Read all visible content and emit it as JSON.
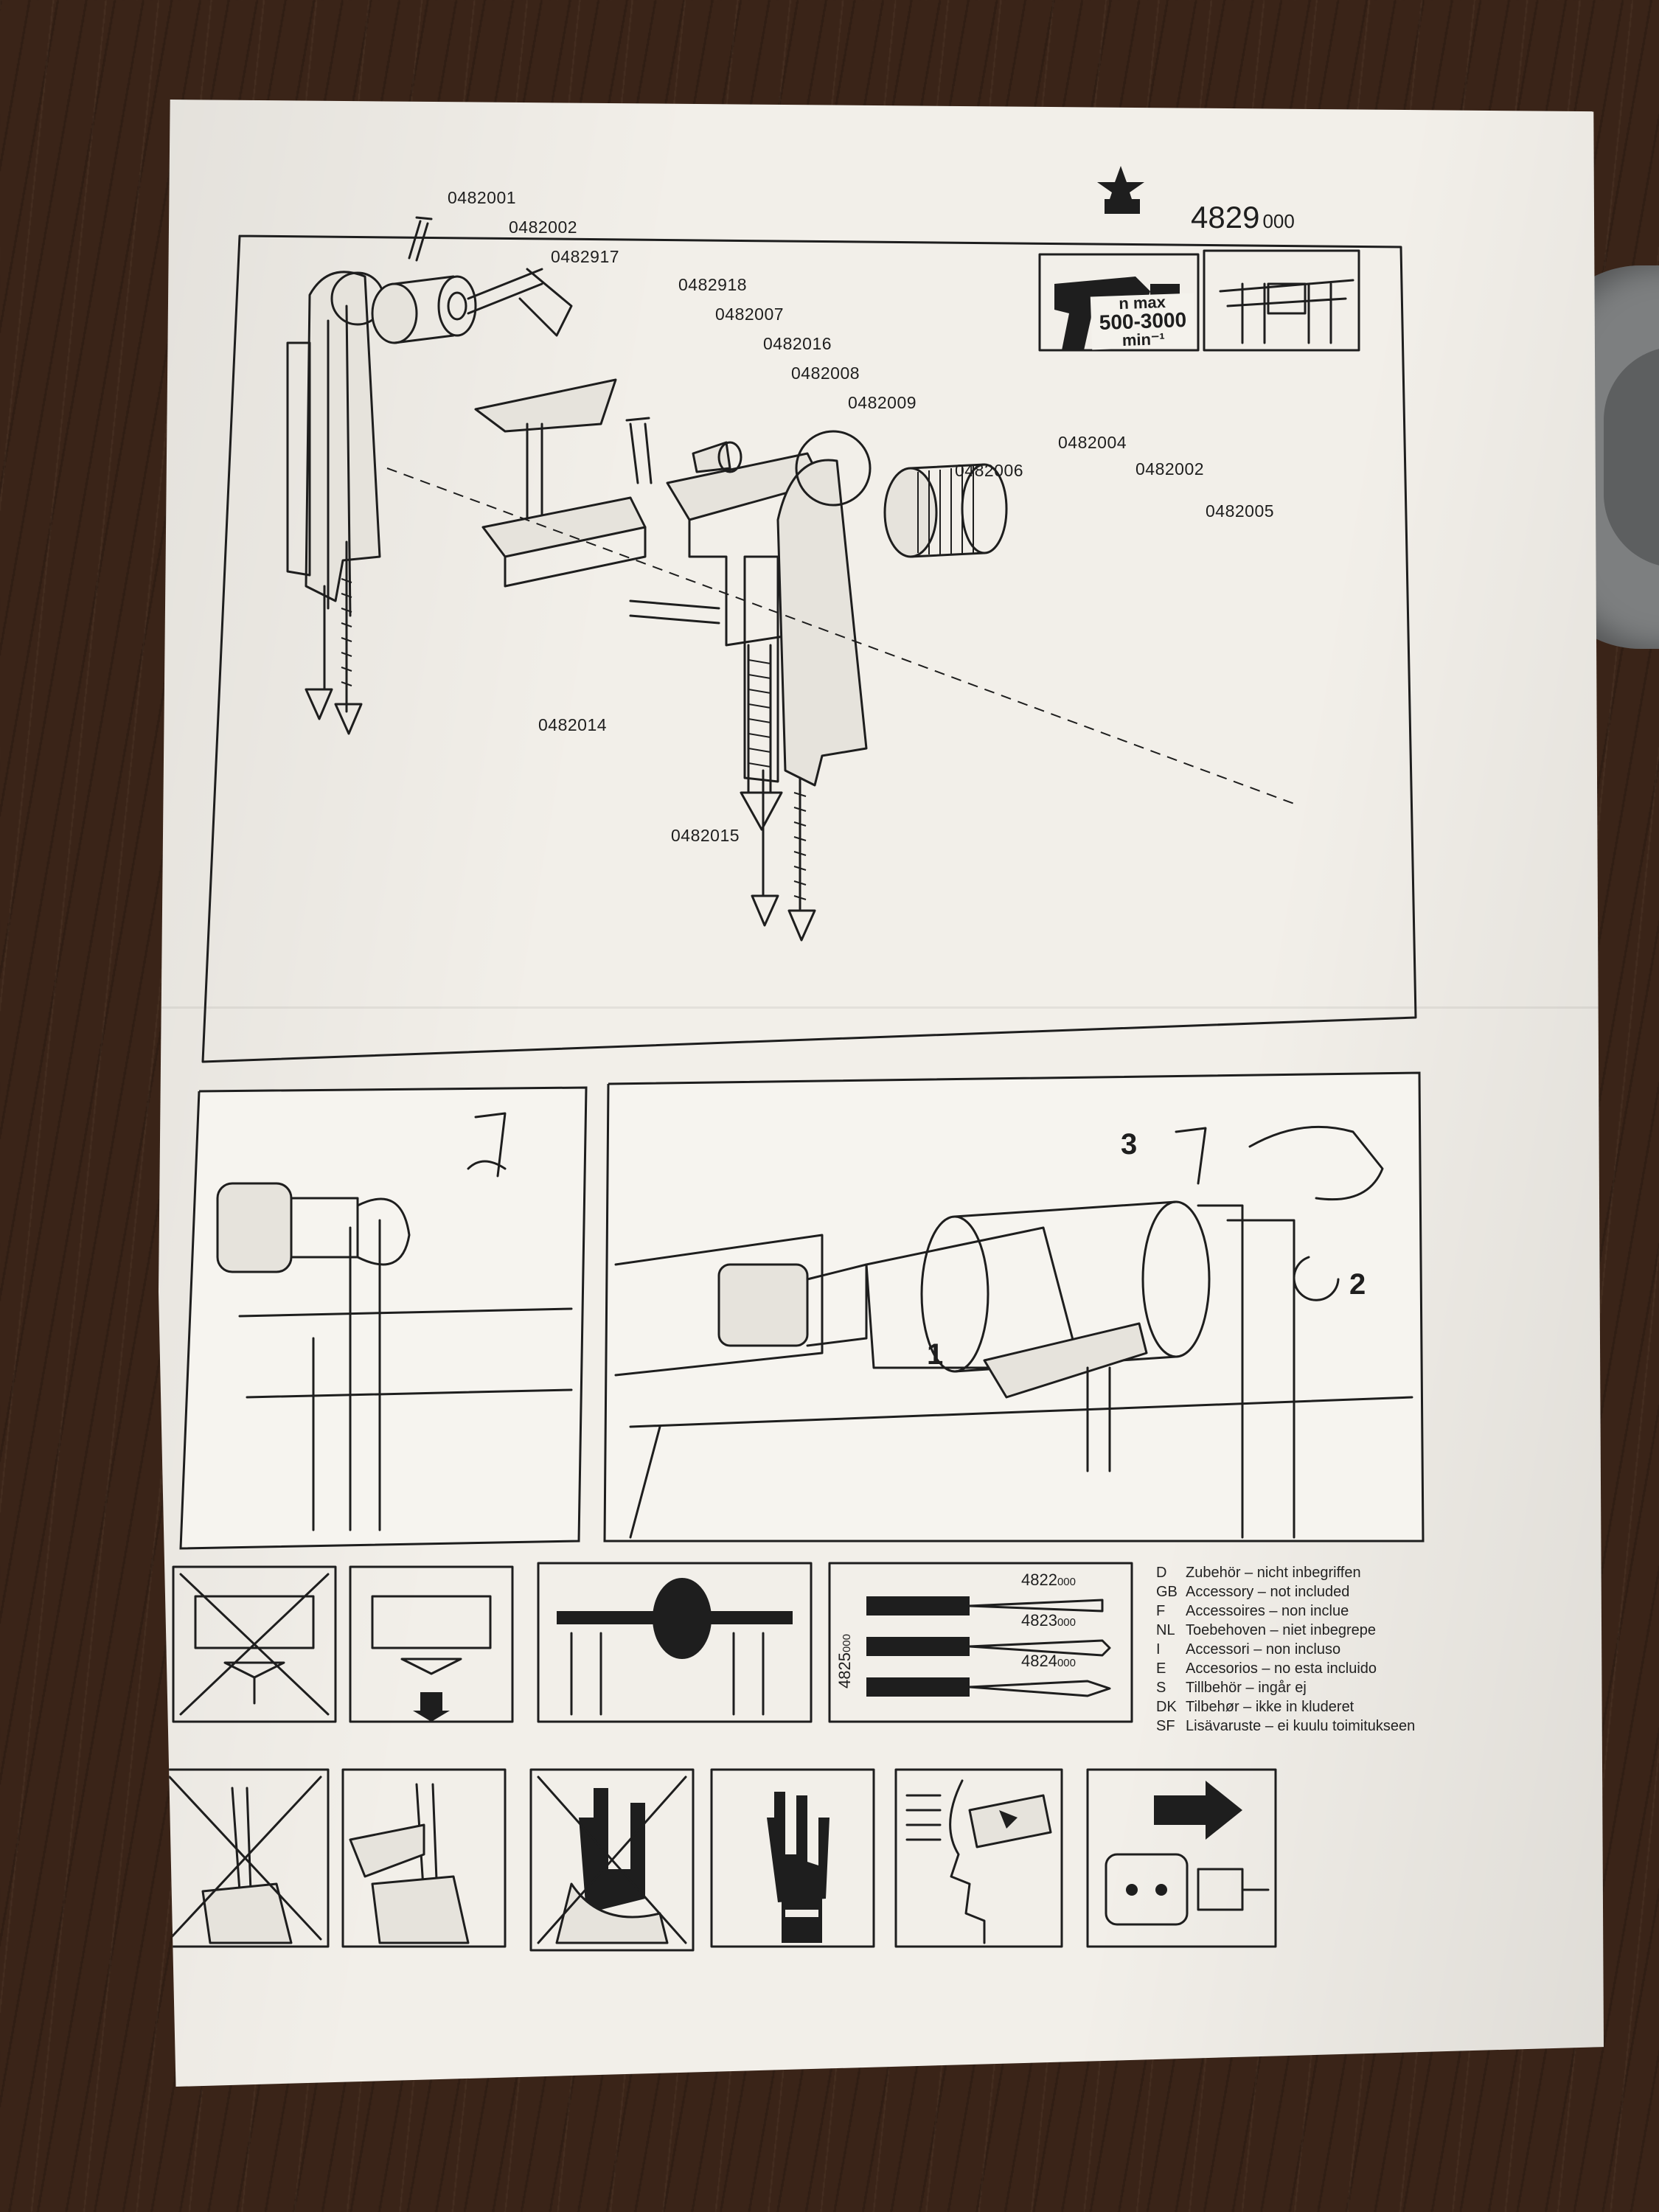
{
  "document": {
    "model_number": "4829",
    "model_suffix": "000",
    "speed_label": {
      "line1": "n max",
      "line2": "500-3000",
      "line3": "min⁻¹"
    },
    "part_numbers": [
      "0482001",
      "0482002",
      "0482917",
      "0482918",
      "0482007",
      "0482016",
      "0482008",
      "0482009",
      "0482006",
      "0482004",
      "0482002",
      "0482005",
      "0482014",
      "0482015"
    ],
    "steps": [
      "1",
      "2",
      "3"
    ],
    "accessories": {
      "side_code_main": "4825",
      "side_code_small": "000",
      "items": [
        {
          "main": "4822",
          "small": "000"
        },
        {
          "main": "4823",
          "small": "000"
        },
        {
          "main": "4824",
          "small": "000"
        }
      ]
    },
    "languages": [
      {
        "code": "D",
        "text": "Zubehör – nicht inbegriffen"
      },
      {
        "code": "GB",
        "text": "Accessory – not included"
      },
      {
        "code": "F",
        "text": "Accessoires – non inclue"
      },
      {
        "code": "NL",
        "text": "Toebehoven – niet inbegrepe"
      },
      {
        "code": "I",
        "text": "Accessori – non incluso"
      },
      {
        "code": "E",
        "text": "Accesorios – no esta incluido"
      },
      {
        "code": "S",
        "text": "Tillbehör – ingår ej"
      },
      {
        "code": "DK",
        "text": "Tilbehør – ikke in kluderet"
      },
      {
        "code": "SF",
        "text": "Lisävaruste – ei kuulu toimitukseen"
      }
    ],
    "icons": {
      "logo": "star-logo-icon",
      "pictograms": [
        "no-cut-workpiece-icon",
        "support-workpiece-icon",
        "lathe-setup-icon",
        "no-hold-tool-icon",
        "hold-tool-correctly-icon",
        "no-hand-icon",
        "glove-icon",
        "safety-goggles-icon",
        "unplug-icon"
      ]
    },
    "colors": {
      "ink": "#1e1e1e",
      "paper": "#f2efe9",
      "table": "#3a2418"
    }
  }
}
